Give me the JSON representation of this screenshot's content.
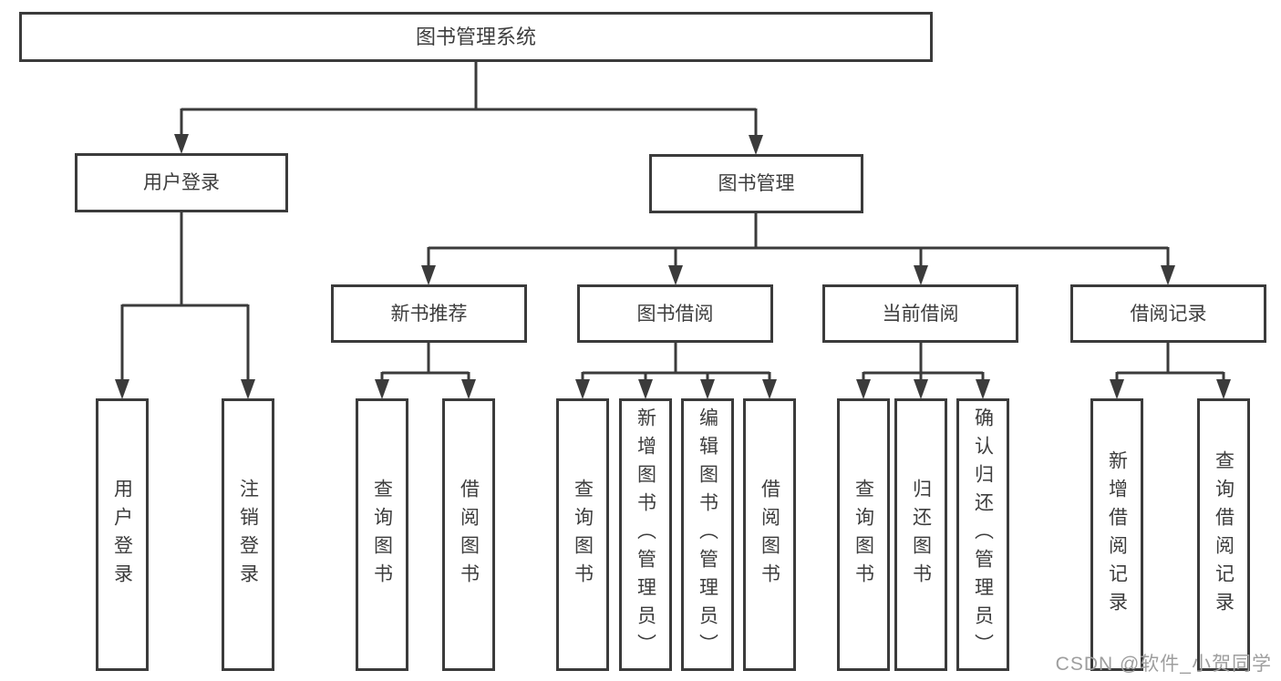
{
  "tree": {
    "root": {
      "label": "图书管理系统"
    },
    "branches": [
      {
        "label": "用户登录",
        "children": [
          {
            "label": "用户登录"
          },
          {
            "label": "注销登录"
          }
        ]
      },
      {
        "label": "图书管理",
        "children": [
          {
            "label": "新书推荐",
            "children": [
              {
                "label": "查询图书"
              },
              {
                "label": "借阅图书"
              }
            ]
          },
          {
            "label": "图书借阅",
            "children": [
              {
                "label": "查询图书"
              },
              {
                "label": "新增图书（管理员）"
              },
              {
                "label": "编辑图书（管理员）"
              },
              {
                "label": "借阅图书"
              }
            ]
          },
          {
            "label": "当前借阅",
            "children": [
              {
                "label": "查询图书"
              },
              {
                "label": "归还图书"
              },
              {
                "label": "确认归还（管理员）"
              }
            ]
          },
          {
            "label": "借阅记录",
            "children": [
              {
                "label": "新增借阅记录"
              },
              {
                "label": "查询借阅记录"
              }
            ]
          }
        ]
      }
    ]
  },
  "watermark": "CSDN @软件_小贺同学",
  "colors": {
    "line": "#3b3b3b",
    "box_border": "#3b3b3b",
    "text": "#3d3d3d",
    "watermark": "#9e9e9e",
    "background": "#ffffff"
  }
}
